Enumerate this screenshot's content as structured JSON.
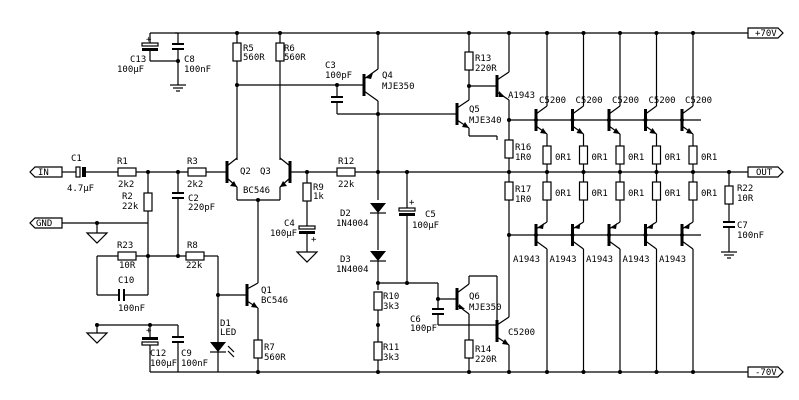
{
  "rails": {
    "positive": "+70V",
    "negative": "-70V"
  },
  "ports": {
    "in": "IN",
    "out": "OUT",
    "gnd": "GND"
  },
  "components": {
    "C1": {
      "ref": "C1",
      "value": "4.7μF"
    },
    "R1": {
      "ref": "R1",
      "value": "2k2"
    },
    "R2": {
      "ref": "R2",
      "value": "22k"
    },
    "R3": {
      "ref": "R3",
      "value": "2k2"
    },
    "C2": {
      "ref": "C2",
      "value": "220pF"
    },
    "R5": {
      "ref": "R5",
      "value": "560R"
    },
    "R6": {
      "ref": "R6",
      "value": "560R"
    },
    "C13": {
      "ref": "C13",
      "value": "100μF"
    },
    "C8": {
      "ref": "C8",
      "value": "100nF"
    },
    "Q2": {
      "ref": "Q2"
    },
    "Q3": {
      "ref": "Q3"
    },
    "Q23": {
      "value": "BC546"
    },
    "R9": {
      "ref": "R9",
      "value": "1k"
    },
    "C4": {
      "ref": "C4",
      "value": "100μF"
    },
    "R12": {
      "ref": "R12",
      "value": "22k"
    },
    "C3": {
      "ref": "C3",
      "value": "100pF"
    },
    "Q4": {
      "ref": "Q4",
      "value": "MJE350"
    },
    "R13": {
      "ref": "R13",
      "value": "220R"
    },
    "Q5": {
      "ref": "Q5",
      "value": "MJE340"
    },
    "R16": {
      "ref": "R16",
      "value": "1R0"
    },
    "R17": {
      "ref": "R17",
      "value": "1R0"
    },
    "D2": {
      "ref": "D2",
      "value": "1N4004"
    },
    "D3": {
      "ref": "D3",
      "value": "1N4004"
    },
    "C5": {
      "ref": "C5",
      "value": "100μF"
    },
    "R10": {
      "ref": "R10",
      "value": "3k3"
    },
    "R11": {
      "ref": "R11",
      "value": "3k3"
    },
    "C6": {
      "ref": "C6",
      "value": "100pF"
    },
    "Q6": {
      "ref": "Q6",
      "value": "MJE350"
    },
    "R14": {
      "ref": "R14",
      "value": "220R"
    },
    "R23": {
      "ref": "R23",
      "value": "10R"
    },
    "C10": {
      "ref": "C10",
      "value": "100nF"
    },
    "R8": {
      "ref": "R8",
      "value": "22k"
    },
    "Q1": {
      "ref": "Q1",
      "value": "BC546"
    },
    "R7": {
      "ref": "R7",
      "value": "560R"
    },
    "D1": {
      "ref": "D1",
      "value": "LED"
    },
    "C12": {
      "ref": "C12",
      "value": "100μF"
    },
    "C9": {
      "ref": "C9",
      "value": "100nF"
    },
    "R22": {
      "ref": "R22",
      "value": "10R"
    },
    "C7": {
      "ref": "C7",
      "value": "100nF"
    }
  },
  "output_stage": {
    "driver_top": "A1943",
    "driver_bottom": "C5200",
    "top_transistors": [
      "C5200",
      "C5200",
      "C5200",
      "C5200",
      "C5200"
    ],
    "bottom_transistors": [
      "A1943",
      "A1943",
      "A1943",
      "A1943",
      "A1943"
    ],
    "emitter_resistor": "0R1"
  }
}
